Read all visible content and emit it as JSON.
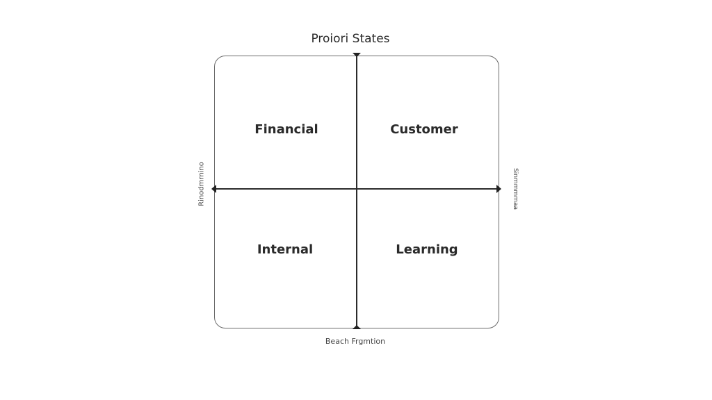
{
  "diagram": {
    "title": "Proiori States",
    "quadrants": [
      {
        "label": "Financial",
        "position": "top-left"
      },
      {
        "label": "Customer",
        "position": "top-right"
      },
      {
        "label": "Internal",
        "position": "bottom-left"
      },
      {
        "label": "Learning",
        "position": "bottom-right"
      }
    ],
    "axes": {
      "bottom_label": "Beach Frgmtion",
      "left_label": "Rinodmrnino",
      "right_label": "Sinmmmmaa"
    },
    "colors": {
      "frame": "#6a6a6a",
      "axis": "#2b2b2b",
      "text": "#2a2a2a",
      "background": "#ffffff"
    }
  }
}
